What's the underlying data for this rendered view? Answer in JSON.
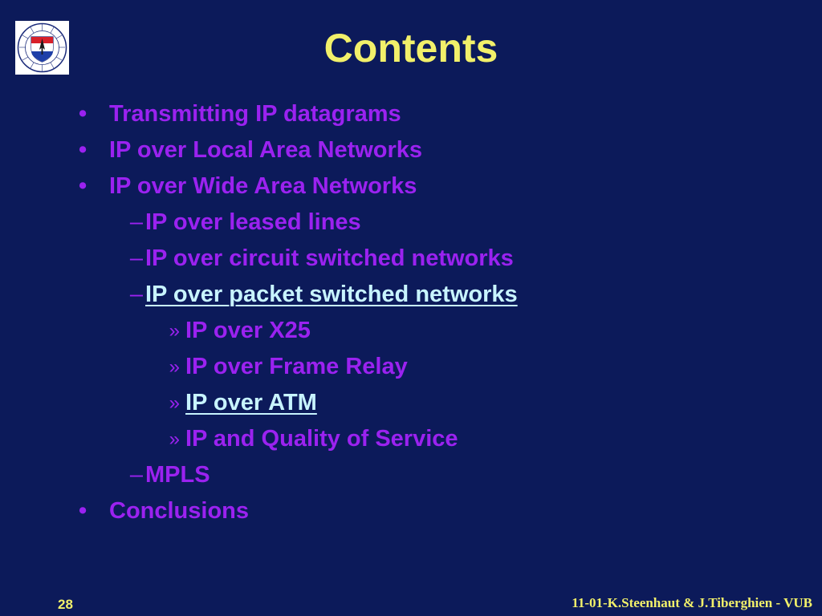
{
  "slide": {
    "title": "Contents",
    "logo": {
      "icon": "university-seal-icon",
      "text": "VRIJE UNIVERSITEIT BRUSSEL SCIENTIA VINCERE TENEBRAS"
    },
    "items": [
      {
        "level": 1,
        "marker": "•",
        "label": "Transmitting IP datagrams",
        "link": false
      },
      {
        "level": 1,
        "marker": "•",
        "label": "IP over Local Area Networks",
        "link": false
      },
      {
        "level": 1,
        "marker": "•",
        "label": "IP over Wide Area Networks",
        "link": false
      },
      {
        "level": 2,
        "marker": "–",
        "label": "IP over leased lines",
        "link": false
      },
      {
        "level": 2,
        "marker": "–",
        "label": "IP over circuit switched networks",
        "link": false
      },
      {
        "level": 2,
        "marker": "–",
        "label": "IP over packet switched networks",
        "link": true
      },
      {
        "level": 3,
        "marker": "»",
        "label": "IP over X25",
        "link": false
      },
      {
        "level": 3,
        "marker": "»",
        "label": "IP over Frame Relay",
        "link": false
      },
      {
        "level": 3,
        "marker": "»",
        "label": "IP over ATM",
        "link": true
      },
      {
        "level": 3,
        "marker": "»",
        "label": "IP and Quality of Service",
        "link": false
      },
      {
        "level": 2,
        "marker": "–",
        "label": "MPLS",
        "link": false
      },
      {
        "level": 1,
        "marker": "•",
        "label": "Conclusions",
        "link": false
      }
    ],
    "page_number": "28",
    "footer": "11-01-K.Steenhaut & J.Tiberghien - VUB",
    "colors": {
      "background": "#0c1a5a",
      "title": "#f2f06a",
      "text": "#9b22f0",
      "link": "#c8f4ff"
    }
  }
}
